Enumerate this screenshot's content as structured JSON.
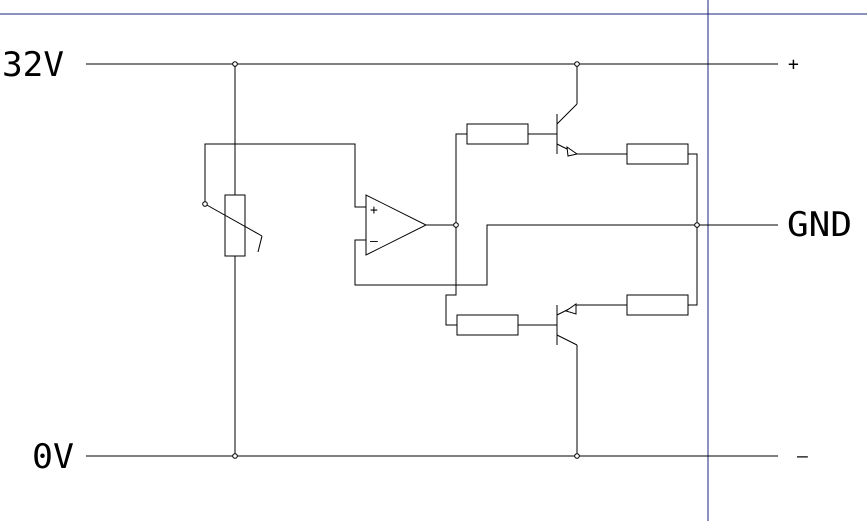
{
  "diagram": {
    "labels": {
      "supply_voltage": "32V",
      "zero_voltage": "0V",
      "plus_terminal": "+",
      "gnd_terminal": "GND",
      "minus_terminal": "–",
      "opamp_noninverting": "+",
      "opamp_inverting": "–"
    },
    "colors": {
      "wire": "#000000",
      "guide_line": "#1a237e",
      "background": "#ffffff"
    }
  }
}
